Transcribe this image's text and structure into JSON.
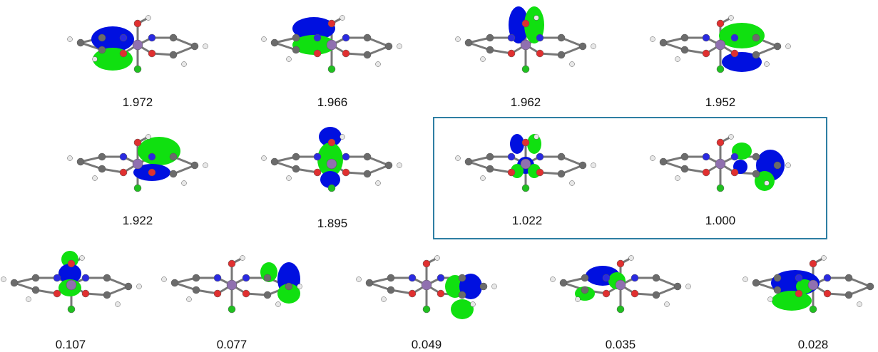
{
  "orbitals": [
    {
      "occupation": "1.972",
      "lobe_a": "#0010e0",
      "lobe_b": "#10e010"
    },
    {
      "occupation": "1.966",
      "lobe_a": "#0010e0",
      "lobe_b": "#10e010"
    },
    {
      "occupation": "1.962",
      "lobe_a": "#0010e0",
      "lobe_b": "#10e010"
    },
    {
      "occupation": "1.952",
      "lobe_a": "#0010e0",
      "lobe_b": "#10e010"
    },
    {
      "occupation": "1.922",
      "lobe_a": "#0010e0",
      "lobe_b": "#10e010"
    },
    {
      "occupation": "1.895",
      "lobe_a": "#0010e0",
      "lobe_b": "#10e010"
    },
    {
      "occupation": "1.022",
      "lobe_a": "#0010e0",
      "lobe_b": "#10e010"
    },
    {
      "occupation": "1.000",
      "lobe_a": "#0010e0",
      "lobe_b": "#10e010"
    },
    {
      "occupation": "0.107",
      "lobe_a": "#0010e0",
      "lobe_b": "#10e010"
    },
    {
      "occupation": "0.077",
      "lobe_a": "#0010e0",
      "lobe_b": "#10e010"
    },
    {
      "occupation": "0.049",
      "lobe_a": "#0010e0",
      "lobe_b": "#10e010"
    },
    {
      "occupation": "0.035",
      "lobe_a": "#0010e0",
      "lobe_b": "#10e010"
    },
    {
      "occupation": "0.028",
      "lobe_a": "#0010e0",
      "lobe_b": "#10e010"
    }
  ],
  "highlight_box_color": "#2e7ea3",
  "atom_colors": {
    "carbon": "#6b6b6b",
    "hydrogen": "#e8e8e8",
    "nitrogen": "#2a2ae0",
    "oxygen": "#e03030",
    "metal": "#9070b0",
    "chlorine": "#20c020"
  }
}
